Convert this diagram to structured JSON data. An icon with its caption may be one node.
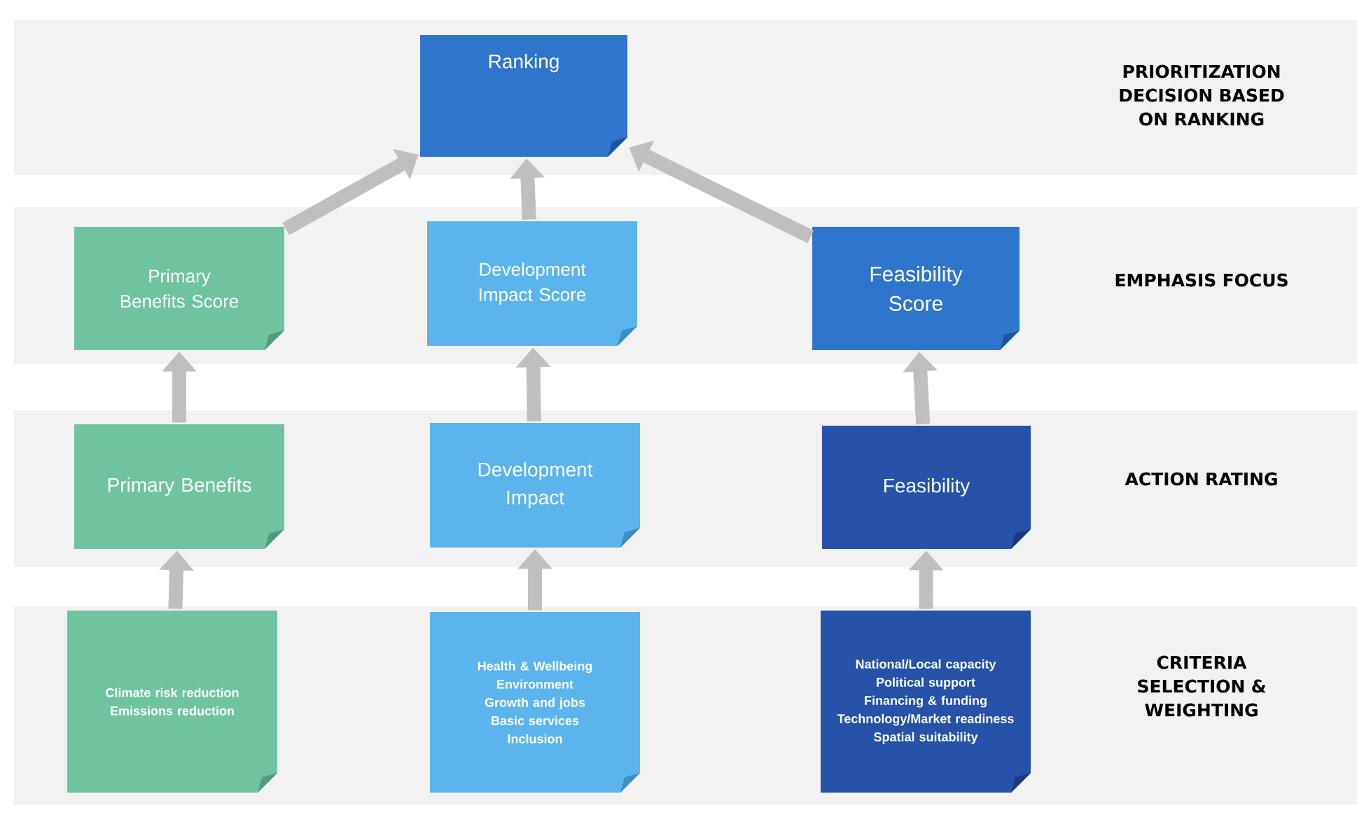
{
  "diagram": {
    "nodes": [
      {
        "text": [
          "Ranking"
        ]
      },
      {
        "text": [
          "Primary Benefits Score"
        ]
      },
      {
        "text": [
          "Development Impact Score"
        ]
      },
      {
        "text": [
          "Feasibility Score"
        ]
      },
      {
        "text": [
          "Primary Benefits"
        ]
      },
      {
        "text": [
          "Development Impact"
        ]
      },
      {
        "text": [
          "Feasibility"
        ]
      },
      {
        "text": [
          "Climate risk reduction",
          "Emissions reduction"
        ]
      },
      {
        "text": [
          "Health & Wellbeing",
          "Environment",
          "Growth and jobs",
          "Basic services",
          "Inclusion"
        ]
      },
      {
        "text": [
          "National/Local capacity",
          "Political support",
          "Financing & funding",
          "Technology/Market readiness",
          "Spatial suitability"
        ]
      }
    ],
    "edges": [
      {
        "from": 7,
        "to": 4,
        "arrow": "to"
      },
      {
        "from": 4,
        "to": 1,
        "arrow": "to"
      },
      {
        "from": 1,
        "to": 0,
        "arrow": "to"
      },
      {
        "from": 8,
        "to": 5,
        "arrow": "to"
      },
      {
        "from": 5,
        "to": 2,
        "arrow": "to"
      },
      {
        "from": 2,
        "to": 0,
        "arrow": "to"
      },
      {
        "from": 9,
        "to": 6,
        "arrow": "to"
      },
      {
        "from": 6,
        "to": 3,
        "arrow": "to"
      },
      {
        "from": 3,
        "to": 0,
        "arrow": "to"
      }
    ],
    "labels": [
      "PRIORITIZATION DECISION BASED ON RANKING",
      "EMPHASIS FOCUS",
      "ACTION RATING",
      "CRITERIA SELECTION & WEIGHTING"
    ]
  }
}
